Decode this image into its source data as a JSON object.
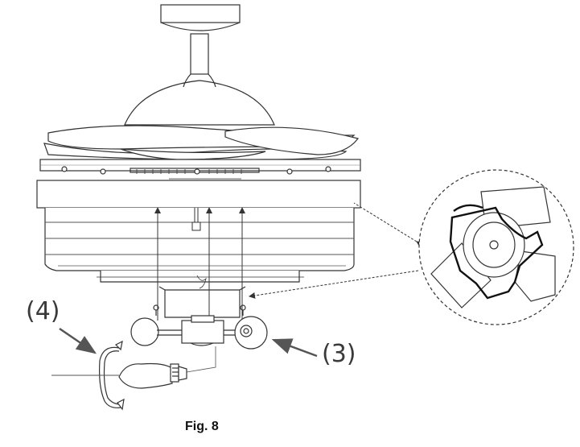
{
  "callouts": {
    "step_4": "(4)",
    "step_3": "(3)"
  },
  "caption": "Fig. 8",
  "colors": {
    "line": "#333333",
    "light_line": "#888888",
    "arrow": "#555555",
    "background": "#ffffff"
  }
}
